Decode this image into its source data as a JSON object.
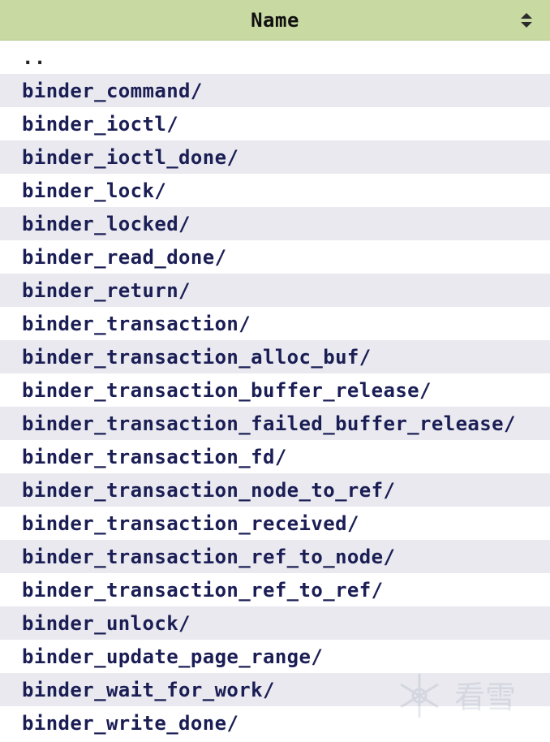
{
  "table": {
    "header": {
      "name_label": "Name",
      "sort_icon": "sort-updown-icon"
    },
    "parent_entry": "..",
    "rows": [
      "binder_command",
      "binder_ioctl",
      "binder_ioctl_done",
      "binder_lock",
      "binder_locked",
      "binder_read_done",
      "binder_return",
      "binder_transaction",
      "binder_transaction_alloc_buf",
      "binder_transaction_buffer_release",
      "binder_transaction_failed_buffer_release",
      "binder_transaction_fd",
      "binder_transaction_node_to_ref",
      "binder_transaction_received",
      "binder_transaction_ref_to_node",
      "binder_transaction_ref_to_ref",
      "binder_unlock",
      "binder_update_page_range",
      "binder_wait_for_work",
      "binder_write_done"
    ],
    "dir_suffix": "/"
  },
  "colors": {
    "header_bg": "#c8d9a1",
    "link": "#1b1e55",
    "stripe": "#e9e9ef"
  },
  "watermark": {
    "text": "看雪",
    "icon": "snowflake-logo-icon"
  }
}
